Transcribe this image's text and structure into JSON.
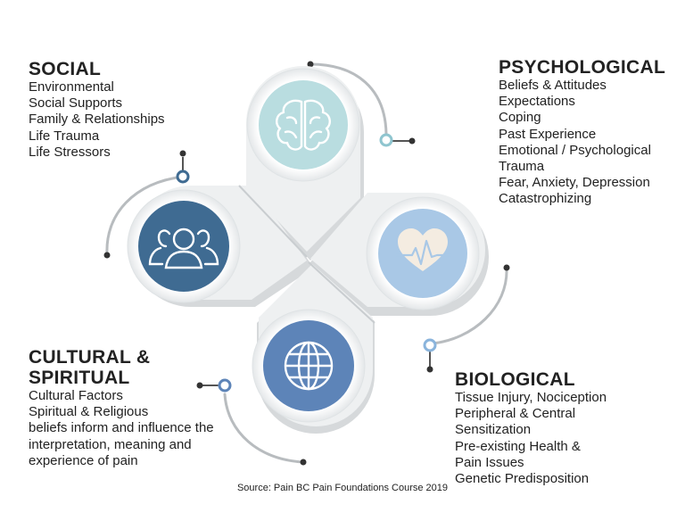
{
  "social": {
    "heading": "SOCIAL",
    "items": [
      "Environmental",
      "Social Supports",
      "Family & Relationships",
      "Life Trauma",
      "Life Stressors"
    ]
  },
  "psychological": {
    "heading": "PSYCHOLOGICAL",
    "items": [
      "Beliefs & Attitudes",
      "Expectations",
      "Coping",
      "Past Experience",
      "Emotional / Psychological",
      "Trauma",
      "Fear, Anxiety, Depression",
      "Catastrophizing"
    ]
  },
  "cultural": {
    "heading_line1": "CULTURAL &",
    "heading_line2": "SPIRITUAL",
    "items": [
      "Cultural Factors",
      "Spiritual & Religious",
      "beliefs inform and influence the",
      "interpretation, meaning and",
      "experience of pain"
    ]
  },
  "biological": {
    "heading": "BIOLOGICAL",
    "items": [
      "Tissue Injury, Nociception",
      "Peripheral & Central",
      "Sensitization",
      "Pre-existing Health &",
      "Pain Issues",
      "Genetic Predisposition"
    ]
  },
  "source": "Source: Pain BC Pain Foundations Course 2019",
  "icons": {
    "top": "brain-icon",
    "left": "people-icon",
    "right": "heart-pulse-icon",
    "bottom": "globe-icon"
  },
  "colors": {
    "brain_circle": "#b9dde0",
    "people_circle": "#3f6b92",
    "heart_circle": "#a9c8e6",
    "globe_circle": "#5d84b8",
    "petal_light": "#eef0f1",
    "petal_shadow": "#d6d9db",
    "connector": "#b8bcbf"
  }
}
